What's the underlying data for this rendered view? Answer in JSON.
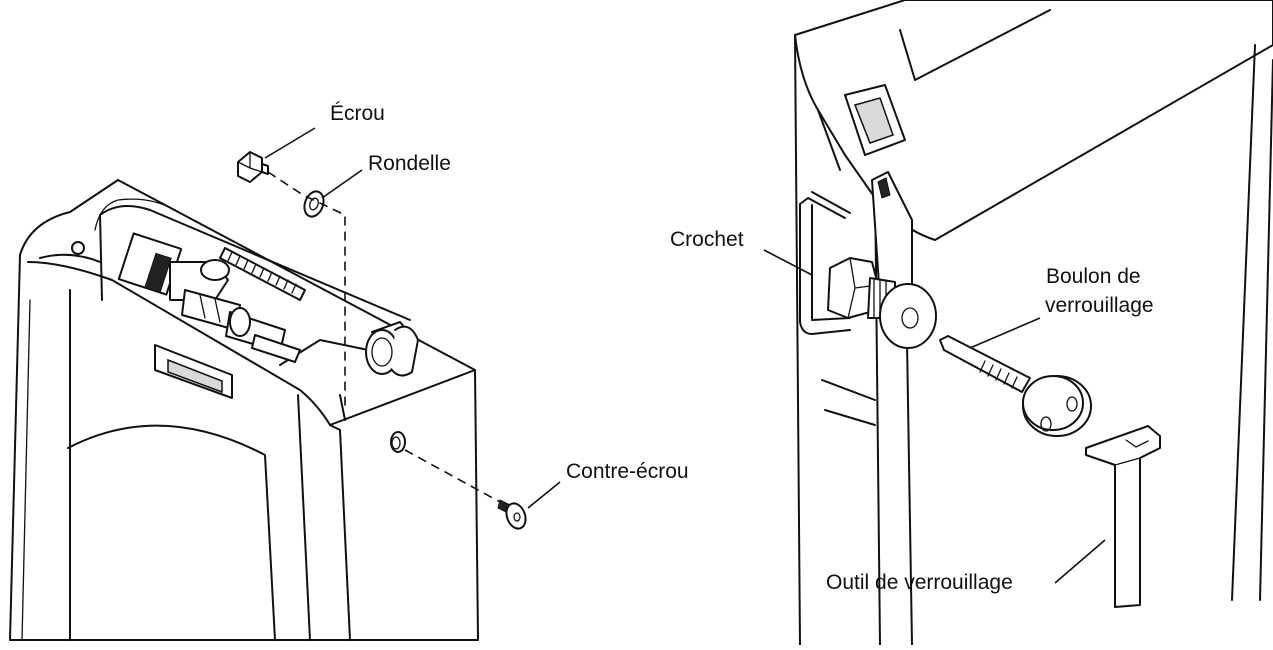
{
  "labels": {
    "ecrou": "Écrou",
    "rondelle": "Rondelle",
    "contre_ecrou": "Contre-écrou",
    "crochet": "Crochet",
    "boulon_line1": "Boulon de",
    "boulon_line2": "verrouillage",
    "outil": "Outil de verrouillage"
  }
}
